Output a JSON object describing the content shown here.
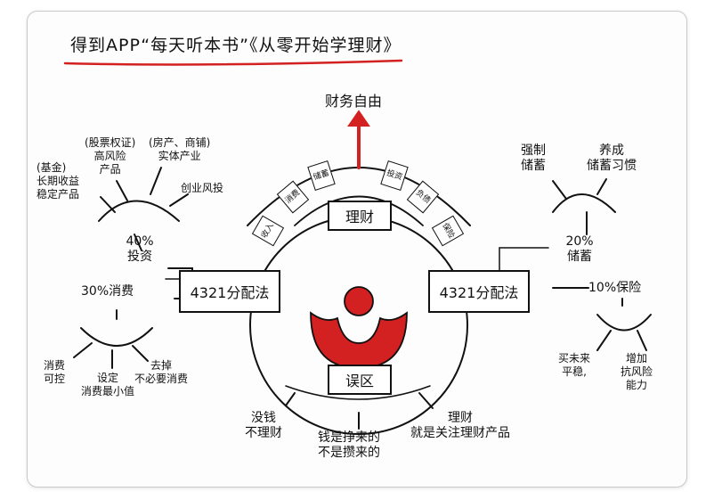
{
  "title": "得到APP“每天听本书”《从零开始学理财》",
  "goal": "财务自由",
  "center_top": "理财",
  "center_bottom": "误区",
  "arc_items": [
    "收入",
    "消费",
    "储蓄",
    "投资",
    "负债",
    "保险"
  ],
  "left": {
    "box": "4321分配法",
    "invest_label": "40%\n投资",
    "consume_label": "30%消费",
    "invest_items": [
      "(基金)\n长期收益\n稳定产品",
      "(股票权证)\n高风险\n产品",
      "(房产、商铺)\n实体产业",
      "创业风投"
    ],
    "consume_items": [
      "消费\n可控",
      "设定\n消费最小值",
      "去掉\n不必要消费"
    ]
  },
  "right": {
    "box": "4321分配法",
    "save_label": "20%\n储蓄",
    "insure_label": "10%保险",
    "save_items": [
      "强制\n储蓄",
      "养成\n储蓄习惯"
    ],
    "insure_items": [
      "买未来\n平稳,",
      "增加\n抗风险\n能力"
    ]
  },
  "mistakes": [
    "没钱\n不理财",
    "钱是挣来的\n不是攒来的",
    "理财\n就是关注理财产品"
  ]
}
